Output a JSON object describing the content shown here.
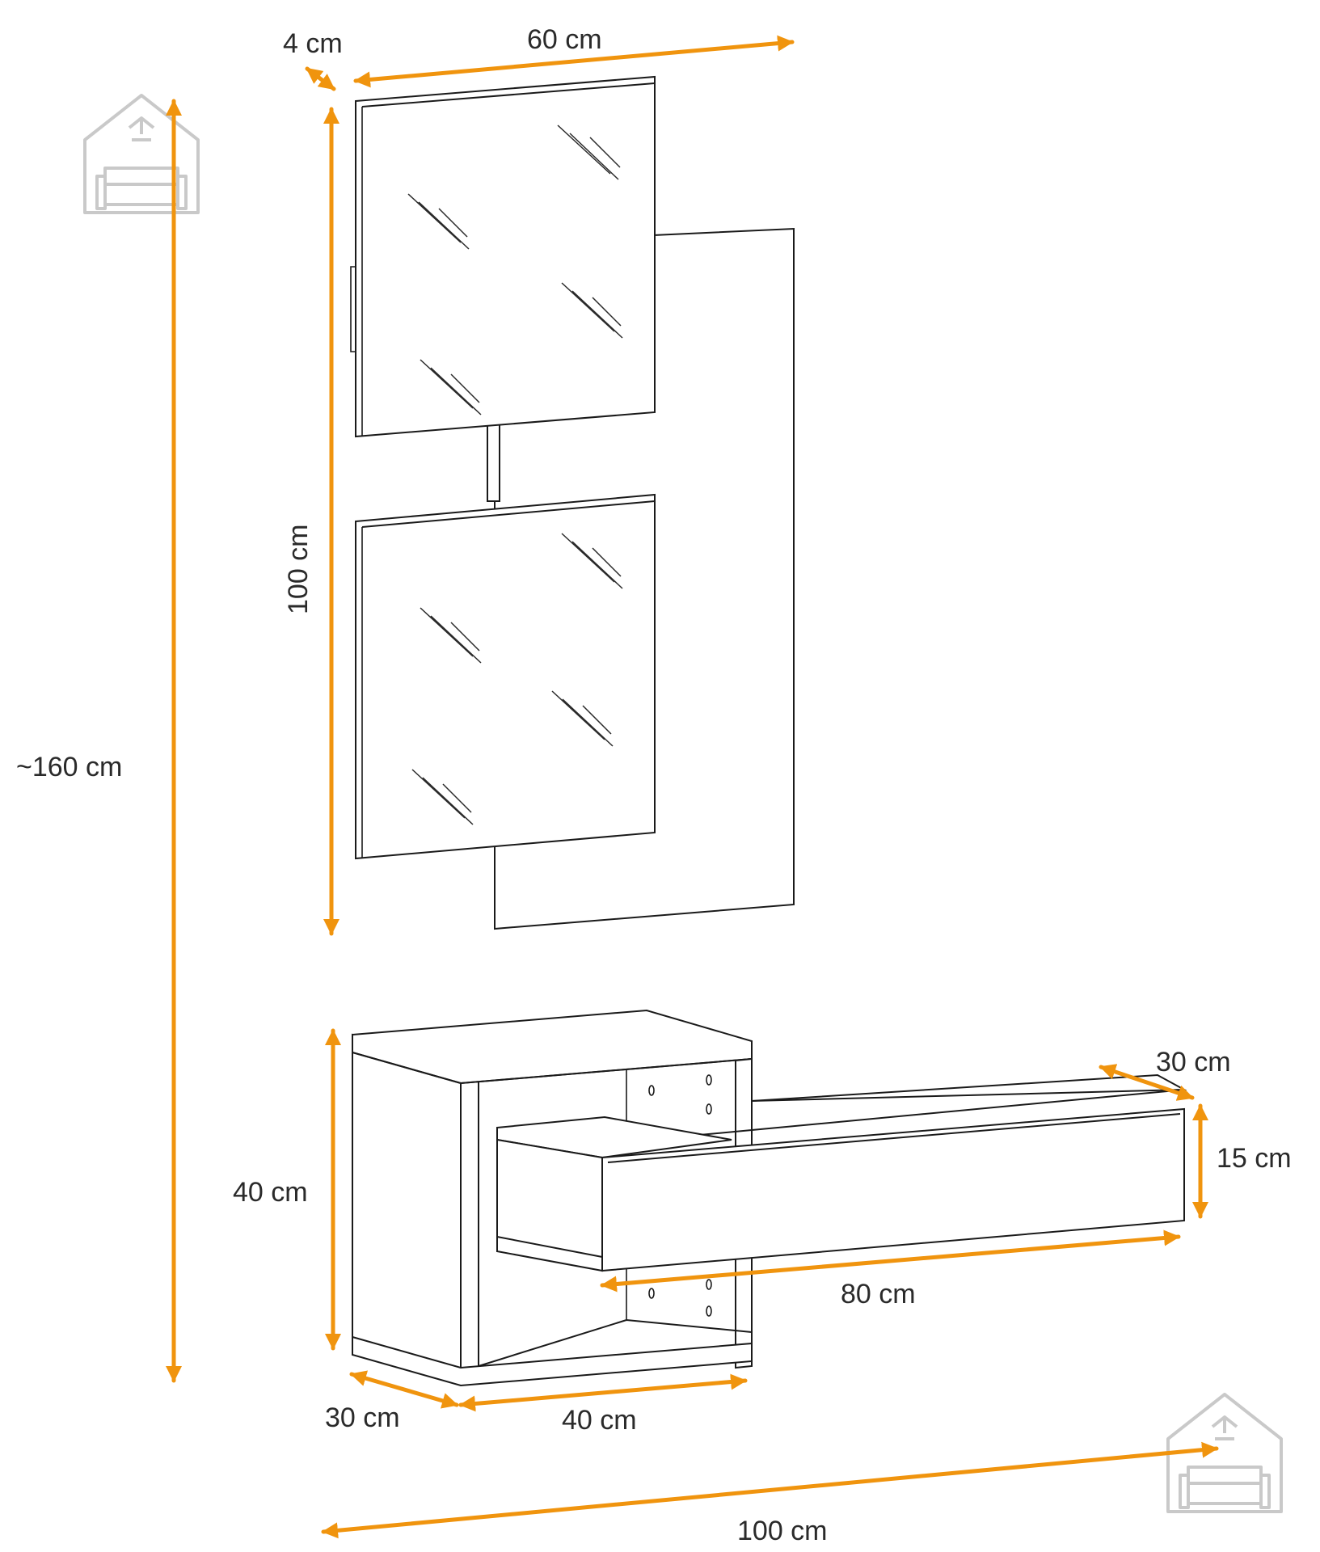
{
  "colors": {
    "accent": "#F0940E",
    "line": "#1A1A1A",
    "logo": "#C9C9C9"
  },
  "icons": [
    "house-sofa-logo-icon",
    "dimension-arrow-icon"
  ],
  "dimensions": {
    "mirror_depth": "4 cm",
    "mirror_width": "60 cm",
    "mirror_height": "100 cm",
    "total_height": "~160 cm",
    "cabinet_height": "40 cm",
    "cabinet_depth": "30 cm",
    "cabinet_width": "40 cm",
    "drawer_depth": "30 cm",
    "drawer_height": "15 cm",
    "drawer_width": "80 cm",
    "total_width": "100 cm"
  }
}
